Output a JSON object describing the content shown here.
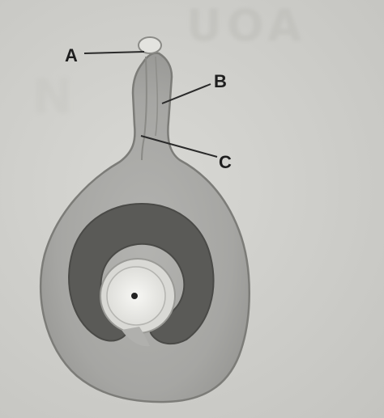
{
  "labels": {
    "a": "A",
    "b": "B",
    "c": "C"
  },
  "colors": {
    "background": "#cfcfcb",
    "ovule_body": "#a9a9a6",
    "ovule_outline": "#7c7c78",
    "nucellus": "#5a5a57",
    "embryo_sac": "#f2f2ef",
    "leader_line": "#2a2a2a"
  }
}
